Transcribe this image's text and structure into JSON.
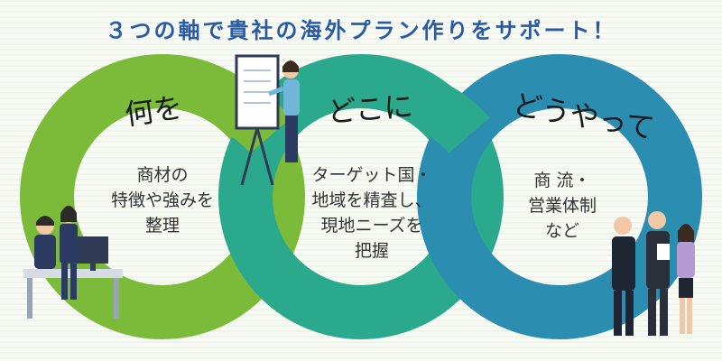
{
  "title": "３つの軸で貴社の海外プラン作りをサポート！",
  "sections": [
    {
      "heading": "何を",
      "lines": [
        "商材の",
        "特徴や強みを",
        "整理"
      ],
      "color": "#7cbb3a"
    },
    {
      "heading": "どこに",
      "lines": [
        "ターゲット国・",
        "地域を精査し、",
        "現地ニーズを",
        "把握"
      ],
      "color": "#2aa98c"
    },
    {
      "heading": "どうやって",
      "lines": [
        "商 流・",
        "営業体制",
        "など"
      ],
      "color": "#2b8db0"
    }
  ]
}
